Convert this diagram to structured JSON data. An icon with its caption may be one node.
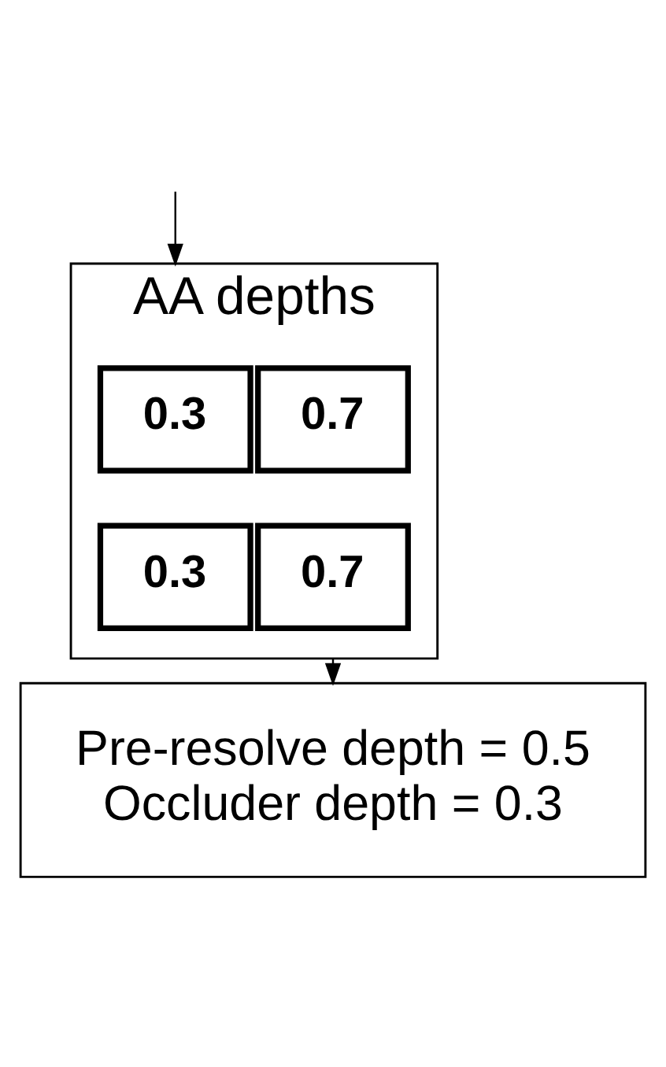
{
  "diagram": {
    "nodes": [
      {
        "text": [
          "AA depths"
        ]
      },
      {
        "text": [
          "0.3"
        ],
        "in": 0
      },
      {
        "text": [
          "0.7"
        ],
        "in": 0
      },
      {
        "text": [
          "0.3"
        ],
        "in": 0
      },
      {
        "text": [
          "0.7"
        ],
        "in": 0
      },
      {
        "text": [
          "Pre-resolve depth = 0.5",
          "Occluder depth = 0.3"
        ]
      }
    ],
    "edges": [
      {
        "from": null,
        "to": 0,
        "arrow": "to"
      },
      {
        "from": 0,
        "to": 5,
        "arrow": "to"
      }
    ]
  }
}
